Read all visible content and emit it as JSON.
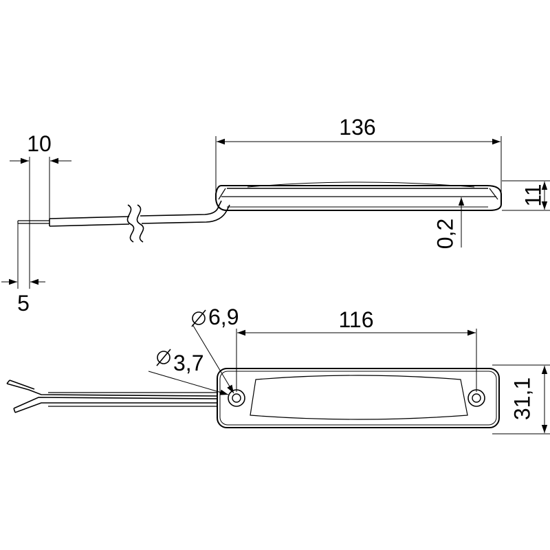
{
  "dimensions": {
    "wire_strip_length": "10",
    "wire_core_length": "5",
    "body_length": "136",
    "body_height": "11",
    "gap": "0,2",
    "hole_spacing": "116",
    "body_width": "31,1",
    "outer_hole_diameter": "6,9",
    "inner_hole_diameter": "3,7"
  },
  "colors": {
    "line": "#000000",
    "background": "#ffffff"
  },
  "symbols": {
    "diameter": "diameter-symbol"
  }
}
